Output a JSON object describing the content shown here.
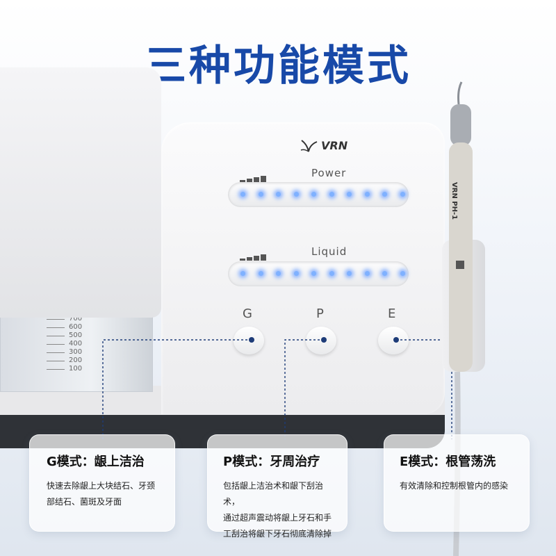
{
  "headline": "三种功能模式",
  "brand": {
    "logo_text": "VRN",
    "handpiece_text": "VRN PH-1"
  },
  "panel": {
    "power_label": "Power",
    "liquid_label": "Liquid",
    "power_leds": 10,
    "liquid_leds": 10
  },
  "tank_scale": [
    "700",
    "600",
    "500",
    "400",
    "300",
    "200",
    "100"
  ],
  "modes": [
    {
      "key": "G",
      "title": "G模式：龈上洁治",
      "lines": [
        "快速去除龈上大块结石、牙颈",
        "部结石、菌斑及牙面"
      ]
    },
    {
      "key": "P",
      "title": "P模式：牙周治疗",
      "lines": [
        "包括龈上洁治术和龈下刮治术，",
        "通过超声震动将龈上牙石和手",
        "工刮治将龈下牙石彻底清除掉"
      ]
    },
    {
      "key": "E",
      "title": "E模式：根管荡洗",
      "lines": [
        "有效清除和控制根管内的感染"
      ]
    }
  ],
  "colors": {
    "headline": "#1849a8",
    "led": "#7fb1ff",
    "leader_line": "#1e3c78"
  }
}
